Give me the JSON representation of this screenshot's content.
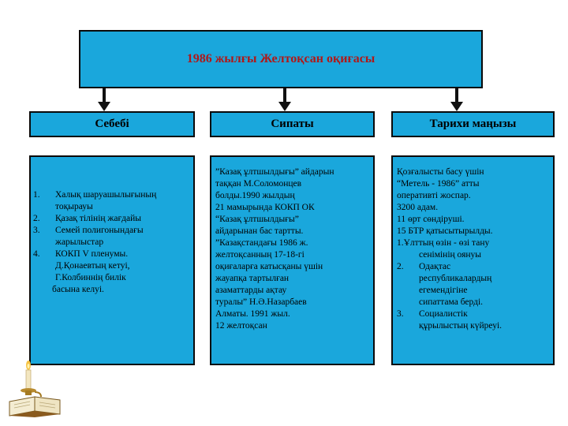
{
  "title": "1986 жылғы Желтоқсан оқиғасы",
  "headers": [
    "Себебі",
    "Сипаты",
    "Тарихи маңызы"
  ],
  "col1": {
    "items": [
      {
        "num": "1.",
        "lines": [
          "Халық шаруашылығының",
          "тоқырауы"
        ]
      },
      {
        "num": "2.",
        "lines": [
          "Қазақ тілінің  жағдайы"
        ]
      },
      {
        "num": "3.",
        "lines": [
          "Семей полигонындағы",
          "жарылыстар"
        ]
      },
      {
        "num": "4.",
        "lines": [
          "КОКП V пленумы.",
          "Д.Қонаевтың кетуі,",
          "Г.Колбиннің билік"
        ]
      }
    ],
    "tail": "басына келуі."
  },
  "col2": {
    "lines": [
      "”Казақ ұлтшылдығы” айдарын",
      "таққан М.Соломонцев",
      " болды.1990 жылдың",
      "21 мамырында КОКП ОК",
      "  “Казақ ұлтшылдығы”",
      "айдарынан бас тартты.",
      "”Казақстандағы 1986 ж.",
      "желтоқсанның 17-18-гі",
      "оқиғаларға катысқаны үшін",
      " жауапқа тартылған",
      "азаматтарды ақтау",
      "туралы” Н.Ә.Назарбаев",
      "Алматы. 1991 жыл.",
      "12 желтоқсан"
    ]
  },
  "col3": {
    "lines": [
      "Қозғалысты басу үшін",
      "  “Метель - 1986” атты",
      "оперативті жоспар.",
      "3200 адам.",
      "11 өрт сөндіруші.",
      "15 БТР қатысытырылды."
    ],
    "items": [
      {
        "num": "1.",
        "lines": [
          "Ұлттың өзін - өзі тану",
          "сенімінің  оянуы"
        ],
        "inline": true
      },
      {
        "num": "2.",
        "lines": [
          "Одақтас",
          "республикалардың",
          " егемендігіне",
          "сипаттама берді."
        ]
      },
      {
        "num": "3.",
        "lines": [
          "Социалистік",
          "құрылыстың күйреуі."
        ]
      }
    ]
  },
  "colors": {
    "box_fill": "#1aa7dc",
    "border": "#0a0a0a",
    "title_text": "#b01818",
    "arrow": "#111111"
  },
  "decoration": "candle-and-book-icon"
}
